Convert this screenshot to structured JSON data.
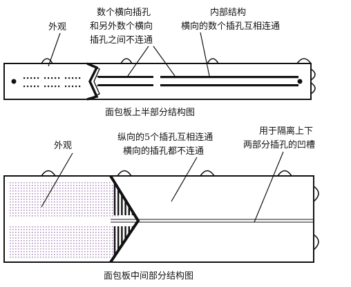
{
  "top": {
    "label_appearance": "外观",
    "label_holes_line1": "数个横向插孔",
    "label_holes_line2": "和另外数个横向",
    "label_holes_line3": "插孔之间不连通",
    "label_internal_line1": "内部结构",
    "label_internal_line2": "横向的数个插孔互相连通",
    "caption": "面包板上半部分结构图"
  },
  "bottom": {
    "label_appearance": "外观",
    "label_vertical_line1": "纵向的5个插孔互相连通",
    "label_vertical_line2": "横向的插孔都不连通",
    "label_groove_line1": "用于隔离上下",
    "label_groove_line2": "两部分插孔的凹槽",
    "caption": "面包板中间部分结构图"
  },
  "colors": {
    "ink": "#111111",
    "hole_dots": "#b18fc0",
    "board": "#ffffff"
  }
}
